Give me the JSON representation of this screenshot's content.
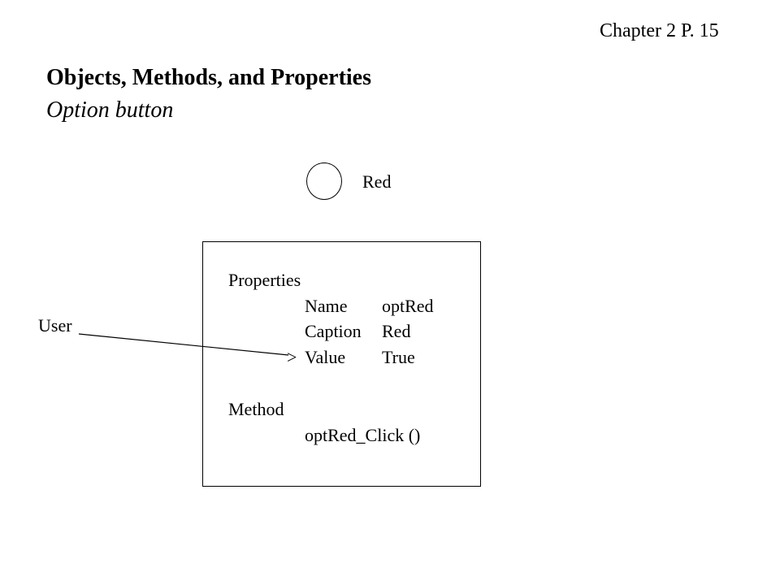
{
  "header": {
    "chapter_ref": "Chapter 2   P. 15"
  },
  "title": "Objects, Methods, and Properties",
  "subtitle": "Option button",
  "radio": {
    "label": "Red"
  },
  "object_box": {
    "properties_heading": "Properties",
    "properties": [
      {
        "name": "Name",
        "value": "optRed"
      },
      {
        "name": "Caption",
        "value": "Red"
      },
      {
        "name": "Value",
        "value": "True"
      }
    ],
    "pointer_glyph": ">",
    "method_heading": "Method",
    "method_name": "optRed_Click ()"
  },
  "user_label": "User"
}
